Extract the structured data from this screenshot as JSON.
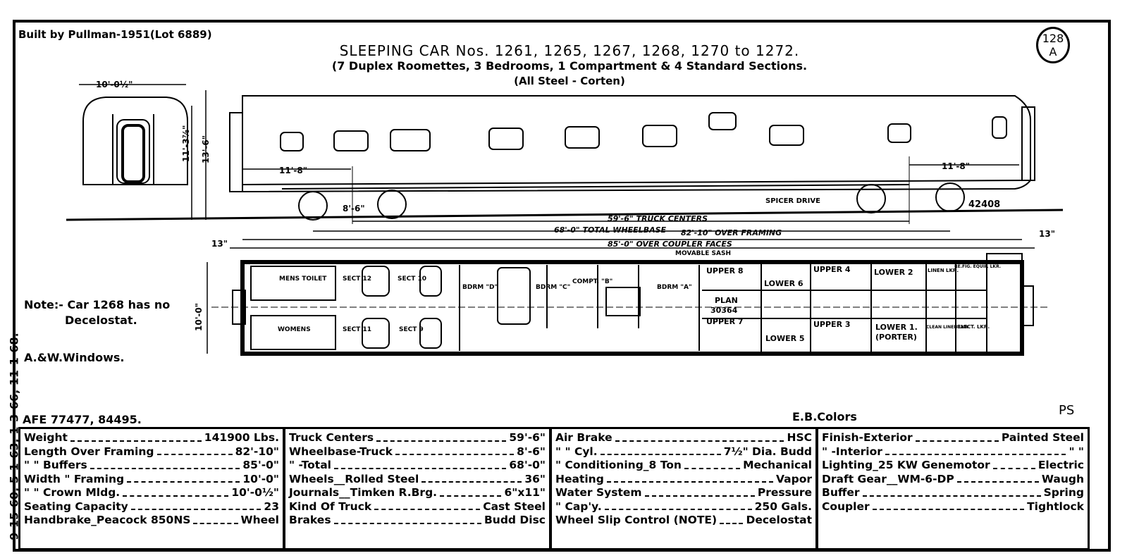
{
  "header": {
    "built": "Built by Pullman-1951(Lot 6889)",
    "title": "SLEEPING CAR Nos. 1261, 1265, 1267, 1268, 1270 to 1272.",
    "subtitle": "(7 Duplex Roomettes, 3 Bedrooms, 1 Compartment & 4 Standard Sections.",
    "subtitle2": "(All Steel - Corten)",
    "badge_top": "128",
    "badge_bottom": "A"
  },
  "side_dates": "9-15-60, 5-1-63, 1-3-66, 11-1-68.",
  "notes": {
    "line1": "Note:- Car 1268 has no",
    "line2": "Decelostat.",
    "windows": "A.&W.Windows.",
    "afe": "AFE 77477, 84495.",
    "colors": "E.B.Colors",
    "ps": "PS"
  },
  "diagram": {
    "end_width": "10'-0½\"",
    "height1": "11'-3⅞\"",
    "height2": "13'-6\"",
    "overhang_left": "11'-8\"",
    "overhang_right": "11'-8\"",
    "truck_wb": "8'-6\"",
    "spicer": "SPICER DRIVE",
    "car_no": "42408",
    "dim_truck_centers": "59'-6\" TRUCK CENTERS",
    "dim_total_wb": "68'-0\" TOTAL WHEELBASE",
    "dim_over_framing": "82'-10\" OVER FRAMING",
    "dim_over_couplers": "85'-0\" OVER COUPLER FACES",
    "end_left": "13\"",
    "end_right": "13\"",
    "movable_sash": "MOVABLE SASH",
    "plan_width": "10'-0\"",
    "plan_label": "PLAN",
    "plan_no": "30364",
    "rooms": {
      "mens": "MENS TOILET",
      "womens": "WOMENS",
      "sect12": "SECT 12",
      "sect11": "SECT 11",
      "sect10": "SECT 10",
      "sect9": "SECT 9",
      "bdrm_d": "BDRM \"D\"",
      "bdrm_c": "BDRM \"C\"",
      "compt_b": "COMPT. \"B\"",
      "bdrm_a": "BDRM \"A\"",
      "upper8": "UPPER 8",
      "lower6": "LOWER 6",
      "upper4": "UPPER 4",
      "lower2": "LOWER 2",
      "linen": "LINEN LKR.",
      "refrig": "RE.FIG. EQUIP. LKR.",
      "upper7": "UPPER 7",
      "lower5": "LOWER 5",
      "upper3": "UPPER 3",
      "lower1": "LOWER 1.",
      "porter": "(PORTER)",
      "clean_linen": "CLEAN LINEN LKR",
      "elec": "ELECT. LKR."
    }
  },
  "specs": {
    "col1": [
      {
        "label": "Weight",
        "value": "141900 Lbs."
      },
      {
        "label": "Length Over Framing",
        "value": "82'-10\""
      },
      {
        "label": "  \"      \"  Buffers",
        "value": "85'-0\""
      },
      {
        "label": "Width    \"  Framing",
        "value": "10'-0\""
      },
      {
        "label": "  \"      \"  Crown Mldg.",
        "value": "10'-0½\""
      },
      {
        "label": "Seating Capacity",
        "value": "23"
      },
      {
        "label": "Handbrake_Peacock 850NS",
        "value": "Wheel"
      }
    ],
    "col2": [
      {
        "label": "Truck Centers",
        "value": "59'-6\""
      },
      {
        "label": "Wheelbase-Truck",
        "value": "8'-6\""
      },
      {
        "label": "   \"     -Total",
        "value": "68'-0\""
      },
      {
        "label": "Wheels__Rolled Steel",
        "value": "36\""
      },
      {
        "label": "Journals__Timken R.Brg.",
        "value": "6\"x11\""
      },
      {
        "label": "Kind Of Truck",
        "value": "Cast Steel"
      },
      {
        "label": "Brakes",
        "value": "Budd Disc"
      }
    ],
    "col3": [
      {
        "label": "Air Brake",
        "value": "HSC"
      },
      {
        "label": "  \"    \"   Cyl.",
        "value": "7½\" Dia. Budd"
      },
      {
        "label": "  \" Conditioning_8 Ton",
        "value": "Mechanical"
      },
      {
        "label": "Heating",
        "value": "Vapor"
      },
      {
        "label": "Water System",
        "value": "Pressure"
      },
      {
        "label": "  \"   Cap'y.",
        "value": "250 Gals."
      },
      {
        "label": "Wheel Slip Control (NOTE)",
        "value": "Decelostat"
      }
    ],
    "col4": [
      {
        "label": "Finish-Exterior",
        "value": "Painted Steel"
      },
      {
        "label": "   \"  -Interior",
        "value": "\"    \""
      },
      {
        "label": "Lighting_25 KW Genemotor",
        "value": "Electric"
      },
      {
        "label": "Draft Gear__WM-6-DP",
        "value": "Waugh"
      },
      {
        "label": "Buffer",
        "value": "Spring"
      },
      {
        "label": "Coupler",
        "value": "Tightlock"
      }
    ]
  }
}
